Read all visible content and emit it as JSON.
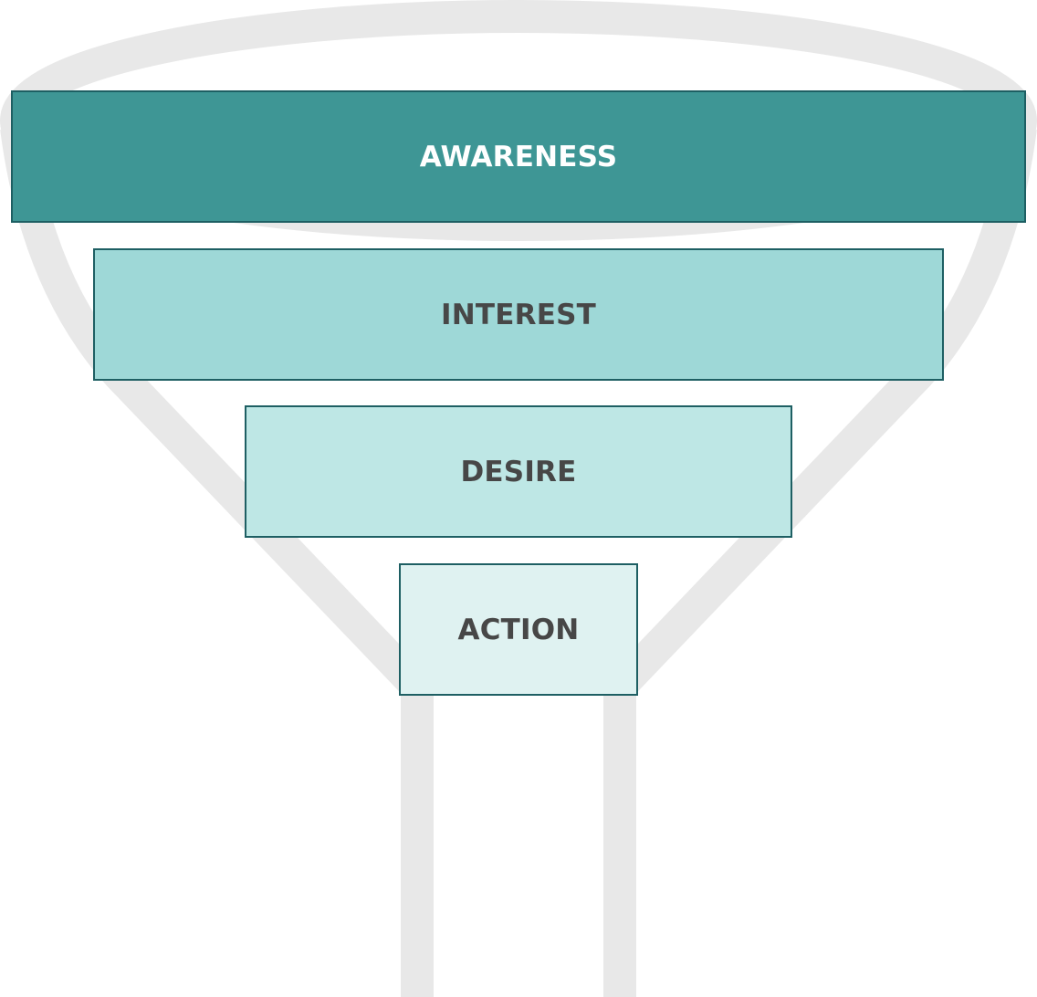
{
  "diagram": {
    "stages": [
      {
        "id": "awareness",
        "label": "AWARENESS",
        "fill": "#3e9695",
        "text_color": "#ffffff"
      },
      {
        "id": "interest",
        "label": "INTEREST",
        "fill": "#9ed8d7",
        "text_color": "#474747"
      },
      {
        "id": "desire",
        "label": "DESIRE",
        "fill": "#bee7e5",
        "text_color": "#474747"
      },
      {
        "id": "action",
        "label": "ACTION",
        "fill": "#dff2f1",
        "text_color": "#474747"
      }
    ],
    "border_color": "#1e5f63",
    "funnel_outline_color": "#e8e8e8"
  }
}
